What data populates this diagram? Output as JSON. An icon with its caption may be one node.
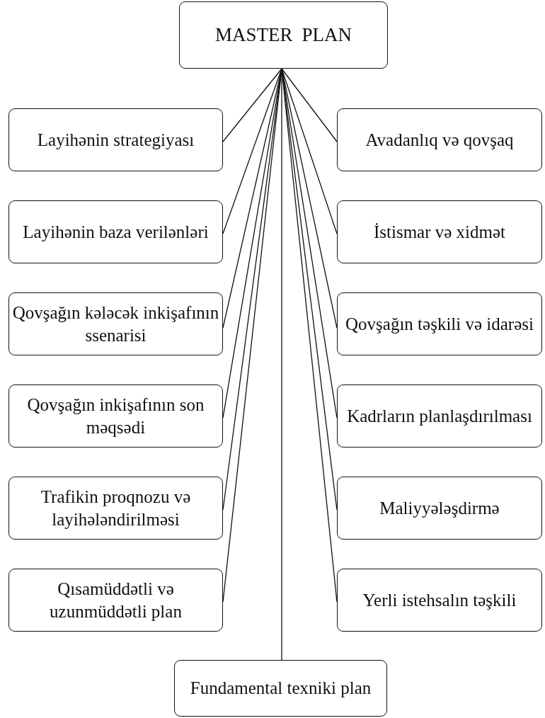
{
  "diagram": {
    "nodes": [
      {
        "text": [
          "MASTER PLAN"
        ]
      },
      {
        "text": [
          "Layihənin strategiyası"
        ]
      },
      {
        "text": [
          "Avadanlıq və qovşaq"
        ]
      },
      {
        "text": [
          "Layihənin baza verilənləri"
        ]
      },
      {
        "text": [
          "İstismar və xidmət"
        ]
      },
      {
        "text": [
          "Qovşağın kələcək inkişafının ssenarisi"
        ]
      },
      {
        "text": [
          "Qovşağın təşkili və idarəsi"
        ]
      },
      {
        "text": [
          "Qovşağın inkişafının son məqsədi"
        ]
      },
      {
        "text": [
          "Kadrların planlaşdırılması"
        ]
      },
      {
        "text": [
          "Trafikin proqnozu və layihələndirilməsi"
        ]
      },
      {
        "text": [
          "Maliyyələşdirmə"
        ]
      },
      {
        "text": [
          "Qısamüddətli və uzunmüddətli plan"
        ]
      },
      {
        "text": [
          "Yerli istehsalın təşkili"
        ]
      },
      {
        "text": [
          "Fundamental texniki plan"
        ]
      }
    ],
    "edges": [
      {
        "from": 0,
        "to": 1,
        "arrow": "none"
      },
      {
        "from": 0,
        "to": 2,
        "arrow": "none"
      },
      {
        "from": 0,
        "to": 3,
        "arrow": "none"
      },
      {
        "from": 0,
        "to": 4,
        "arrow": "none"
      },
      {
        "from": 0,
        "to": 5,
        "arrow": "none"
      },
      {
        "from": 0,
        "to": 6,
        "arrow": "none"
      },
      {
        "from": 0,
        "to": 7,
        "arrow": "none"
      },
      {
        "from": 0,
        "to": 8,
        "arrow": "none"
      },
      {
        "from": 0,
        "to": 9,
        "arrow": "none"
      },
      {
        "from": 0,
        "to": 10,
        "arrow": "none"
      },
      {
        "from": 0,
        "to": 11,
        "arrow": "none"
      },
      {
        "from": 0,
        "to": 12,
        "arrow": "none"
      },
      {
        "from": 0,
        "to": 13,
        "arrow": "none"
      }
    ]
  }
}
